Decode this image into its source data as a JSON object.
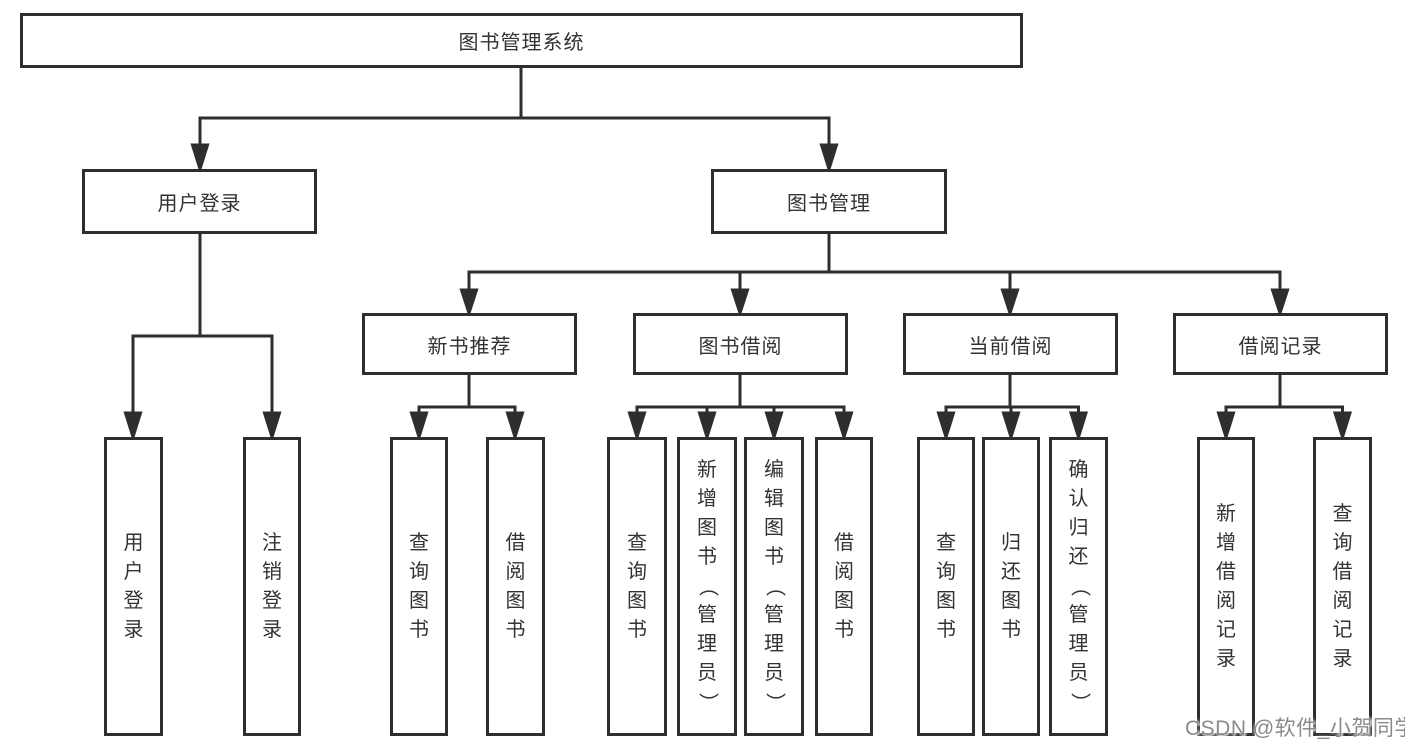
{
  "title": "图书管理系统",
  "nodes": {
    "root": {
      "label": "图书管理系统"
    },
    "l2": [
      {
        "label": "用户登录",
        "parent": "图书管理系统"
      },
      {
        "label": "图书管理",
        "parent": "图书管理系统"
      }
    ],
    "l3": [
      {
        "label": "新书推荐",
        "parent": "图书管理"
      },
      {
        "label": "图书借阅",
        "parent": "图书管理"
      },
      {
        "label": "当前借阅",
        "parent": "图书管理"
      },
      {
        "label": "借阅记录",
        "parent": "图书管理"
      }
    ],
    "leaf": [
      {
        "label": "用户登录",
        "parent": "用户登录"
      },
      {
        "label": "注销登录",
        "parent": "用户登录"
      },
      {
        "label": "查询图书",
        "parent": "新书推荐"
      },
      {
        "label": "借阅图书",
        "parent": "新书推荐"
      },
      {
        "label": "查询图书",
        "parent": "图书借阅"
      },
      {
        "label": "新增图书（管理员）",
        "parent": "图书借阅"
      },
      {
        "label": "编辑图书（管理员）",
        "parent": "图书借阅"
      },
      {
        "label": "借阅图书",
        "parent": "图书借阅"
      },
      {
        "label": "查询图书",
        "parent": "当前借阅"
      },
      {
        "label": "归还图书",
        "parent": "当前借阅"
      },
      {
        "label": "确认归还（管理员）",
        "parent": "当前借阅"
      },
      {
        "label": "新增借阅记录",
        "parent": "借阅记录"
      },
      {
        "label": "查询借阅记录",
        "parent": "借阅记录"
      }
    ]
  },
  "watermark": {
    "text": "CSDN @软件_小贺同学",
    "color": "#8a8a8a"
  },
  "colors": {
    "line": "#2e2e2e",
    "text": "#333333",
    "background": "#ffffff"
  }
}
